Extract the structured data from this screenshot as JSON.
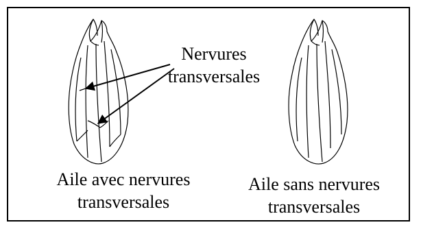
{
  "callout": {
    "line1": "Nervures",
    "line2": "transversales"
  },
  "left_caption": {
    "line1": "Aile avec nervures",
    "line2": "transversales"
  },
  "right_caption": {
    "line1": "Aile sans nervures",
    "line2": "transversales"
  },
  "colors": {
    "stroke": "#000000",
    "background": "#ffffff"
  }
}
